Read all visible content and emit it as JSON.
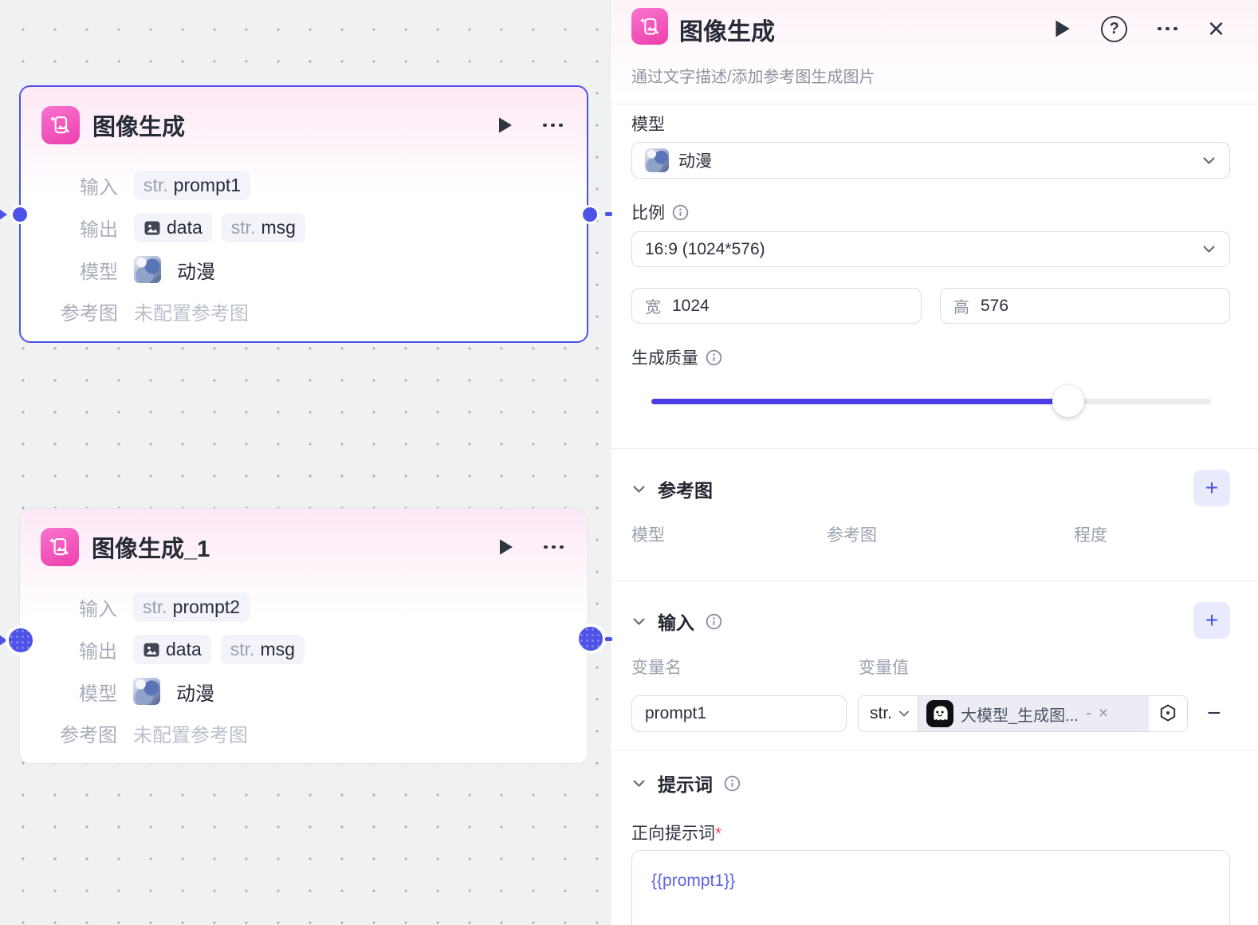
{
  "canvas": {
    "nodes": [
      {
        "title": "图像生成",
        "input_label": "输入",
        "input_type": "str.",
        "input_name": "prompt1",
        "output_label": "输出",
        "output_data": "data",
        "output_msg_type": "str.",
        "output_msg_name": "msg",
        "model_label": "模型",
        "model_value": "动漫",
        "ref_label": "参考图",
        "ref_value": "未配置参考图"
      },
      {
        "title": "图像生成_1",
        "input_label": "输入",
        "input_type": "str.",
        "input_name": "prompt2",
        "output_label": "输出",
        "output_data": "data",
        "output_msg_type": "str.",
        "output_msg_name": "msg",
        "model_label": "模型",
        "model_value": "动漫",
        "ref_label": "参考图",
        "ref_value": "未配置参考图"
      }
    ]
  },
  "panel": {
    "title": "图像生成",
    "description": "通过文字描述/添加参考图生成图片",
    "model_label": "模型",
    "model_value": "动漫",
    "ratio_label": "比例",
    "ratio_value": "16:9 (1024*576)",
    "width_label": "宽",
    "width_value": "1024",
    "height_label": "高",
    "height_value": "576",
    "quality_label": "生成质量",
    "quality_percent": 74.5,
    "reference": {
      "title": "参考图",
      "col_model": "模型",
      "col_ref": "参考图",
      "col_degree": "程度"
    },
    "input_section": {
      "title": "输入",
      "col_name": "变量名",
      "col_value": "变量值",
      "var_name": "prompt1",
      "var_type": "str.",
      "var_ref": "大模型_生成图...",
      "dash": "-",
      "remove": "×"
    },
    "prompt_section": {
      "title": "提示词",
      "positive_label": "正向提示词",
      "required": "*",
      "value": "{{prompt1}}"
    }
  },
  "glyphs": {
    "plus": "+",
    "minus": "−",
    "help": "?",
    "close": "×"
  },
  "colors": {
    "accent": "#4d53e8",
    "slider_fill": "#4a3ee8",
    "node_pink": "#ee3fae",
    "header_tint": "#fdf3f9"
  }
}
